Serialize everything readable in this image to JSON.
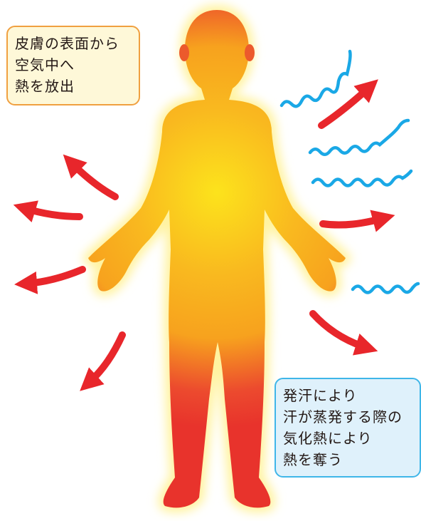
{
  "callouts": {
    "radiation": {
      "lines": [
        "皮膚の表面から",
        "空気中へ",
        "熱を放出"
      ],
      "bg": "#fef8d8",
      "border": "#f0a040"
    },
    "sweat": {
      "lines": [
        "発汗により",
        "汗が蒸発する際の",
        "気化熱により",
        "熱を奪う"
      ],
      "bg": "#dff1fb",
      "border": "#3fb6e8"
    }
  },
  "colors": {
    "arrow": "#e8262b",
    "wave": "#1aa8e6",
    "body_core": "#fce31c",
    "body_mid": "#f7a21e",
    "body_edge": "#ec4a2e",
    "glow": "#fff3a0"
  }
}
